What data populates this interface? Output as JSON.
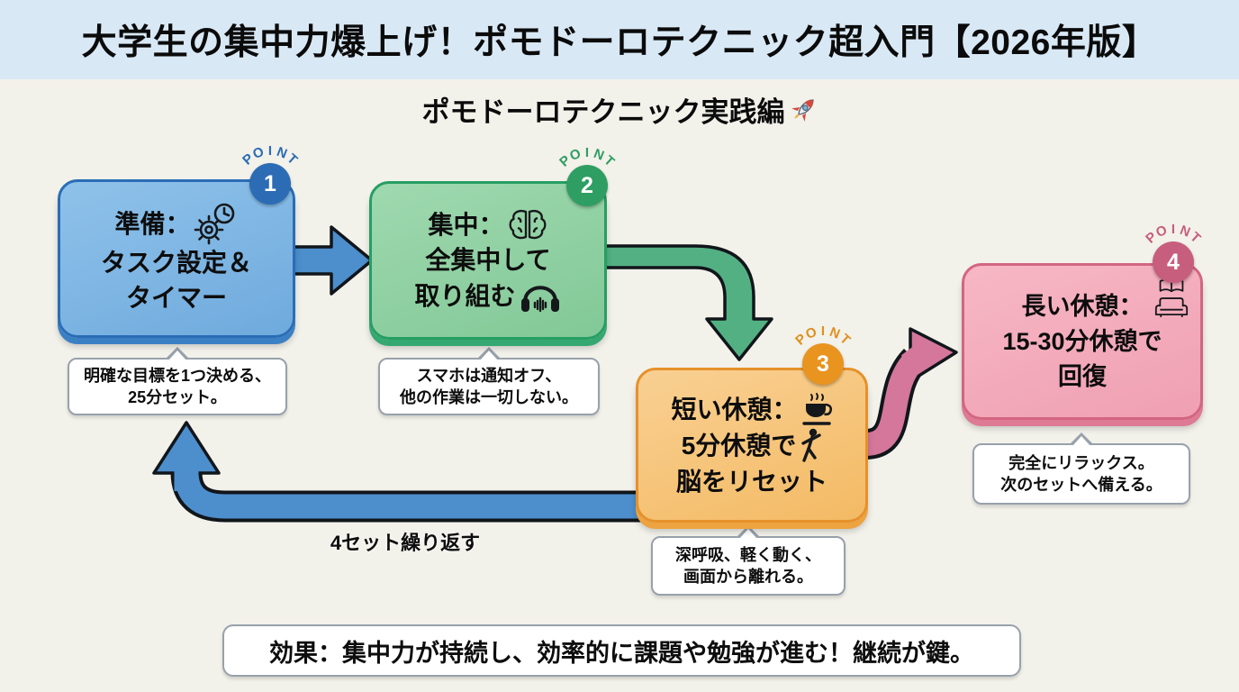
{
  "header": {
    "title": "大学生の集中力爆上げ！ポモドーロテクニック超入門【2026年版】"
  },
  "subtitle": {
    "text": "ポモドーロテクニック実践編",
    "icon": "rocket-icon"
  },
  "steps": [
    {
      "arc_label": "POINT",
      "point_number": "1",
      "lines": [
        {
          "text": "準備：",
          "icon": "gear-clock-icon"
        },
        {
          "text": "タスク設定＆"
        },
        {
          "text": "タイマー"
        }
      ],
      "callout": [
        "明確な目標を1つ決める、",
        "25分セット。"
      ]
    },
    {
      "arc_label": "POINT",
      "point_number": "2",
      "lines": [
        {
          "text": "集中：",
          "icon": "brain-icon"
        },
        {
          "text": "全集中して"
        },
        {
          "text": "取り組む",
          "icon": "headphones-icon"
        }
      ],
      "callout": [
        "スマホは通知オフ、",
        "他の作業は一切しない。"
      ]
    },
    {
      "arc_label": "POINT",
      "point_number": "3",
      "lines": [
        {
          "text": "短い休憩：",
          "icon": "coffee-icon"
        },
        {
          "text": "5分休憩で",
          "icon": "stretch-person-icon"
        },
        {
          "text": "脳をリセット"
        }
      ],
      "callout": [
        "深呼吸、軽く動く、",
        "画面から離れる。"
      ]
    },
    {
      "arc_label": "POINT",
      "point_number": "4",
      "lines": [
        {
          "text": "長い休憩：",
          "icon": "book-sofa-icon"
        },
        {
          "text": "15-30分休憩で"
        },
        {
          "text": "回復"
        }
      ],
      "callout": [
        "完全にリラックス。",
        "次のセットへ備える。"
      ]
    }
  ],
  "loop": {
    "label": "4セット繰り返す"
  },
  "effect": {
    "text": "効果：集中力が持続し、効率的に課題や勉強が進む！継続が鍵。"
  },
  "colors": {
    "page_bg": "#f2f1ea",
    "header_bg": "#d9e8f5",
    "step1_fill": "#7db6e3",
    "step1_border": "#2a6db6",
    "step1_badge": "#2b6cb5",
    "step2_fill": "#90cfa3",
    "step2_border": "#279e63",
    "step2_badge": "#2f9e63",
    "step3_fill": "#f6c377",
    "step3_border": "#e6912b",
    "step3_badge": "#e8941f",
    "step4_fill": "#f3aab9",
    "step4_border": "#d36581",
    "step4_badge": "#c75e7e",
    "arrow_blue": "#4d8ecd",
    "arrow_green": "#53b083",
    "arrow_pink": "#d4779a",
    "callout_bg": "#ffffff",
    "callout_border": "#98a1ab",
    "text": "#111111"
  }
}
